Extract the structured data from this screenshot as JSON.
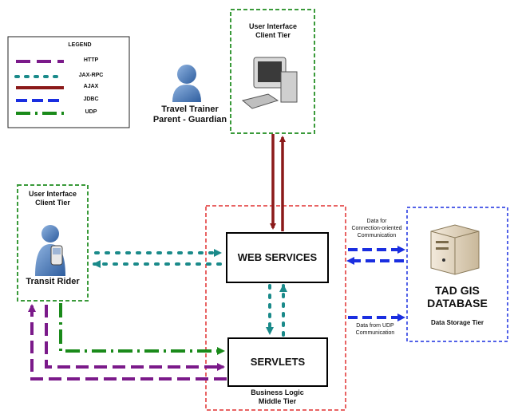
{
  "legend": {
    "title": "LEGEND",
    "items": [
      {
        "label": "HTTP",
        "color": "#7b1a8a"
      },
      {
        "label": "JAX-RPC",
        "color": "#1a8a8a"
      },
      {
        "label": "AJAX",
        "color": "#8b1a1a"
      },
      {
        "label": "JDBC",
        "color": "#1a2ee0"
      },
      {
        "label": "UDP",
        "color": "#1a8a1a"
      }
    ]
  },
  "client_top": {
    "line1": "User Interface",
    "line2": "Client Tier"
  },
  "client_left": {
    "line1": "User Interface",
    "line2": "Client Tier"
  },
  "trainer": {
    "line1": "Travel Trainer",
    "line2": "Parent - Guardian"
  },
  "rider": {
    "label": "Transit Rider"
  },
  "web_services": {
    "label": "WEB SERVICES"
  },
  "servlets": {
    "label": "SERVLETS"
  },
  "middle_tier": {
    "line1": "Business Logic",
    "line2": "Middle Tier"
  },
  "database": {
    "line1": "TAD GIS",
    "line2": "DATABASE",
    "tier": "Data Storage Tier"
  },
  "annotations": {
    "connection": [
      "Data for",
      "Connection-oriented",
      "Communication"
    ],
    "udp": [
      "Data from UDP",
      "Communication"
    ]
  },
  "icons": [
    "person-icon",
    "computer-icon",
    "phone-user-icon",
    "server-icon"
  ]
}
